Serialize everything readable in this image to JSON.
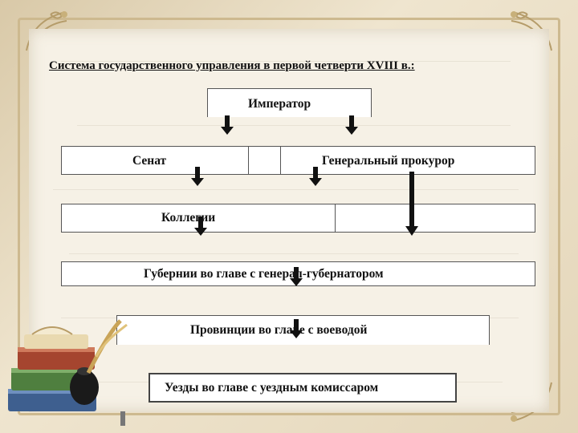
{
  "title": "Система государственного управления в первой четверти XVIII в.:",
  "nodes": {
    "emperor": "Император",
    "senate": "Сенат",
    "prosecutor": "Генеральный прокурор",
    "collegia": "Коллегии",
    "gubernii": "Губернии во главе с генерал-губернатором",
    "provinces": "Провинции во главе с воеводой",
    "uezdy": "Уезды во главе с уездным комиссаром"
  },
  "colors": {
    "frame": "#e8dcc4",
    "paper": "#f6f1e6",
    "arrow": "#111111"
  }
}
